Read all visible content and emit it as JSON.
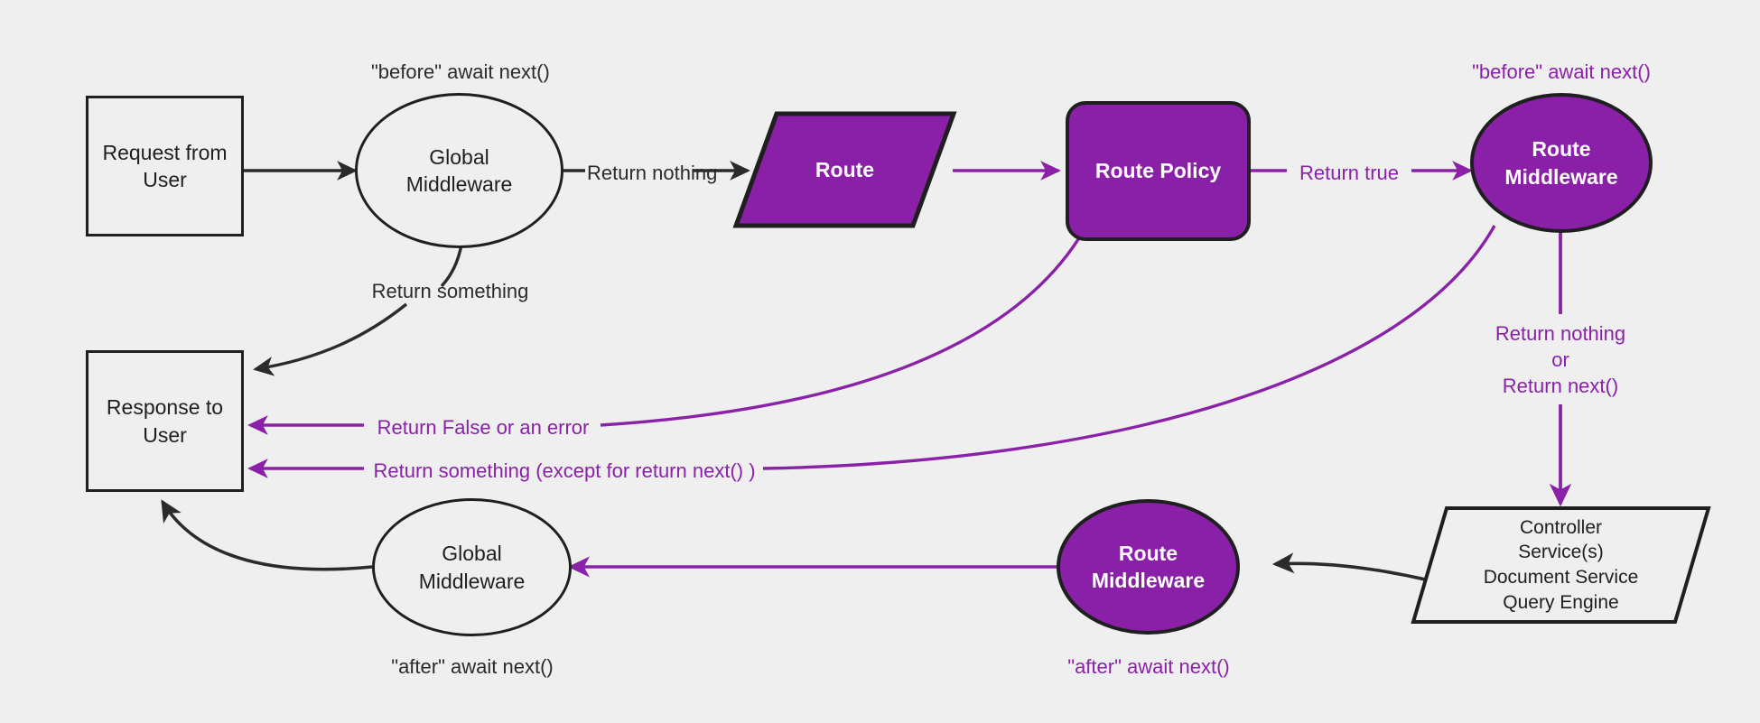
{
  "diagram": {
    "title": "Middleware request/response lifecycle flow",
    "background_color": "#efefef",
    "colors": {
      "purple_fill": "#8a1fa8",
      "purple_line": "#8a22a8",
      "dark_line": "#2b2b2b",
      "node_stroke": "#1f1f1f",
      "node_fill": "#efefef",
      "node_text": "#1f1f1f",
      "purple_node_text": "#ffffff"
    }
  },
  "nodes": {
    "request_from_user": {
      "label": "Request from\nUser",
      "line1": "Request from",
      "line2": "User",
      "shape": "rectangle"
    },
    "global_middleware_top": {
      "line1": "Global",
      "line2": "Middleware",
      "shape": "ellipse"
    },
    "route": {
      "label": "Route",
      "shape": "parallelogram"
    },
    "route_policy": {
      "label": "Route Policy",
      "shape": "rounded-rectangle"
    },
    "route_middleware_top": {
      "line1": "Route",
      "line2": "Middleware",
      "shape": "ellipse"
    },
    "controller": {
      "lines": [
        "Controller",
        "Service(s)",
        "Document Service",
        "Query Engine"
      ],
      "shape": "parallelogram"
    },
    "route_middleware_bottom": {
      "line1": "Route",
      "line2": "Middleware",
      "shape": "ellipse"
    },
    "global_middleware_bottom": {
      "line1": "Global",
      "line2": "Middleware",
      "shape": "ellipse"
    },
    "response_to_user": {
      "line1": "Response to",
      "line2": "User",
      "shape": "rectangle"
    }
  },
  "annotations": {
    "before_await_next_global": "\"before\" await next()",
    "before_await_next_route": "\"before\" await next()",
    "after_await_next_global": "\"after\" await next()",
    "after_await_next_route": "\"after\" await next()"
  },
  "edge_labels": {
    "return_nothing": "Return nothing",
    "return_something": "Return something",
    "return_true": "Return true",
    "return_false_or_error": "Return False or an error",
    "return_something_except": "Return something (except for return next() )",
    "return_nothing_or_next_l1": "Return nothing",
    "return_nothing_or_next_l2": "or",
    "return_nothing_or_next_l3": "Return next()"
  }
}
